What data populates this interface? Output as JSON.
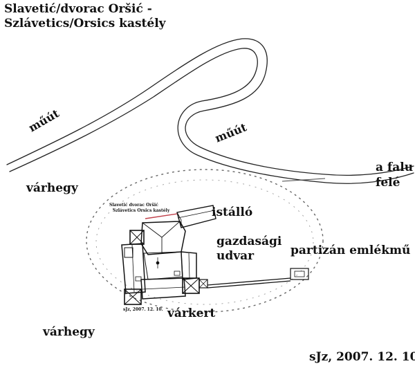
{
  "title": {
    "line1": "Slavetić/dvorac Oršić -",
    "line2": "Szlávetics/Orsics kastély"
  },
  "labels": {
    "road_west": "műút",
    "road_east": "műút",
    "village_line1": "a falu",
    "village_line2": "felé",
    "castle_hill_north": "várhegy",
    "castle_hill_south": "várhegy",
    "stable": "istálló",
    "farmyard_line1": "gazdasági",
    "farmyard_line2": "udvar",
    "memorial": "partizán emlékmű",
    "castle_garden": "várkert",
    "signature": "sJz, 2007. 12. 10."
  },
  "inset": {
    "title_line1": "Slavetić dvorac Oršić",
    "title_line2": "Szlávetics Orsics kastély",
    "date": "sJz, 2007. 12. 10."
  },
  "colors": {
    "ink": "#111111",
    "paper": "#ffffff",
    "accent_line": "#c0404a"
  }
}
